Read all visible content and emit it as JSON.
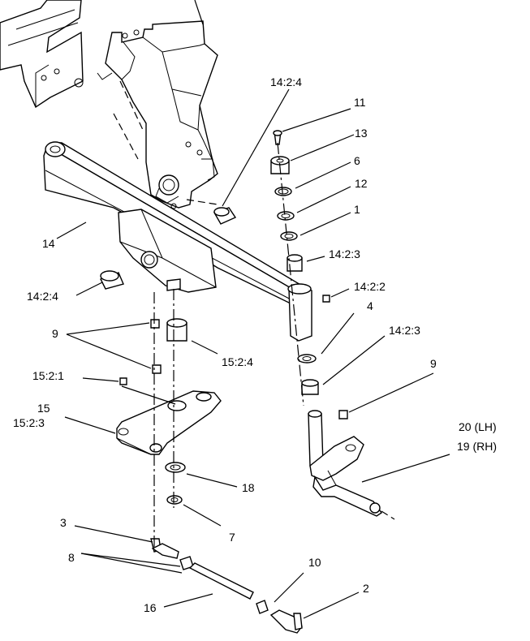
{
  "labels": {
    "l_14_2_4_top": "14:2:4",
    "l_11": "11",
    "l_13": "13",
    "l_6": "6",
    "l_12": "12",
    "l_1": "1",
    "l_14": "14",
    "l_14_2_3_a": "14:2:3",
    "l_14_2_4_left": "14:2:4",
    "l_14_2_2": "14:2:2",
    "l_4": "4",
    "l_9_left": "9",
    "l_15_2_4": "15:2:4",
    "l_14_2_3_b": "14:2:3",
    "l_9_right": "9",
    "l_15_2_1": "15:2:1",
    "l_15": "15",
    "l_15_2_3": "15:2:3",
    "l_20lh": "20 (LH)",
    "l_19rh": "19 (RH)",
    "l_18": "18",
    "l_7": "7",
    "l_3": "3",
    "l_8": "8",
    "l_10": "10",
    "l_2": "2",
    "l_16": "16"
  }
}
